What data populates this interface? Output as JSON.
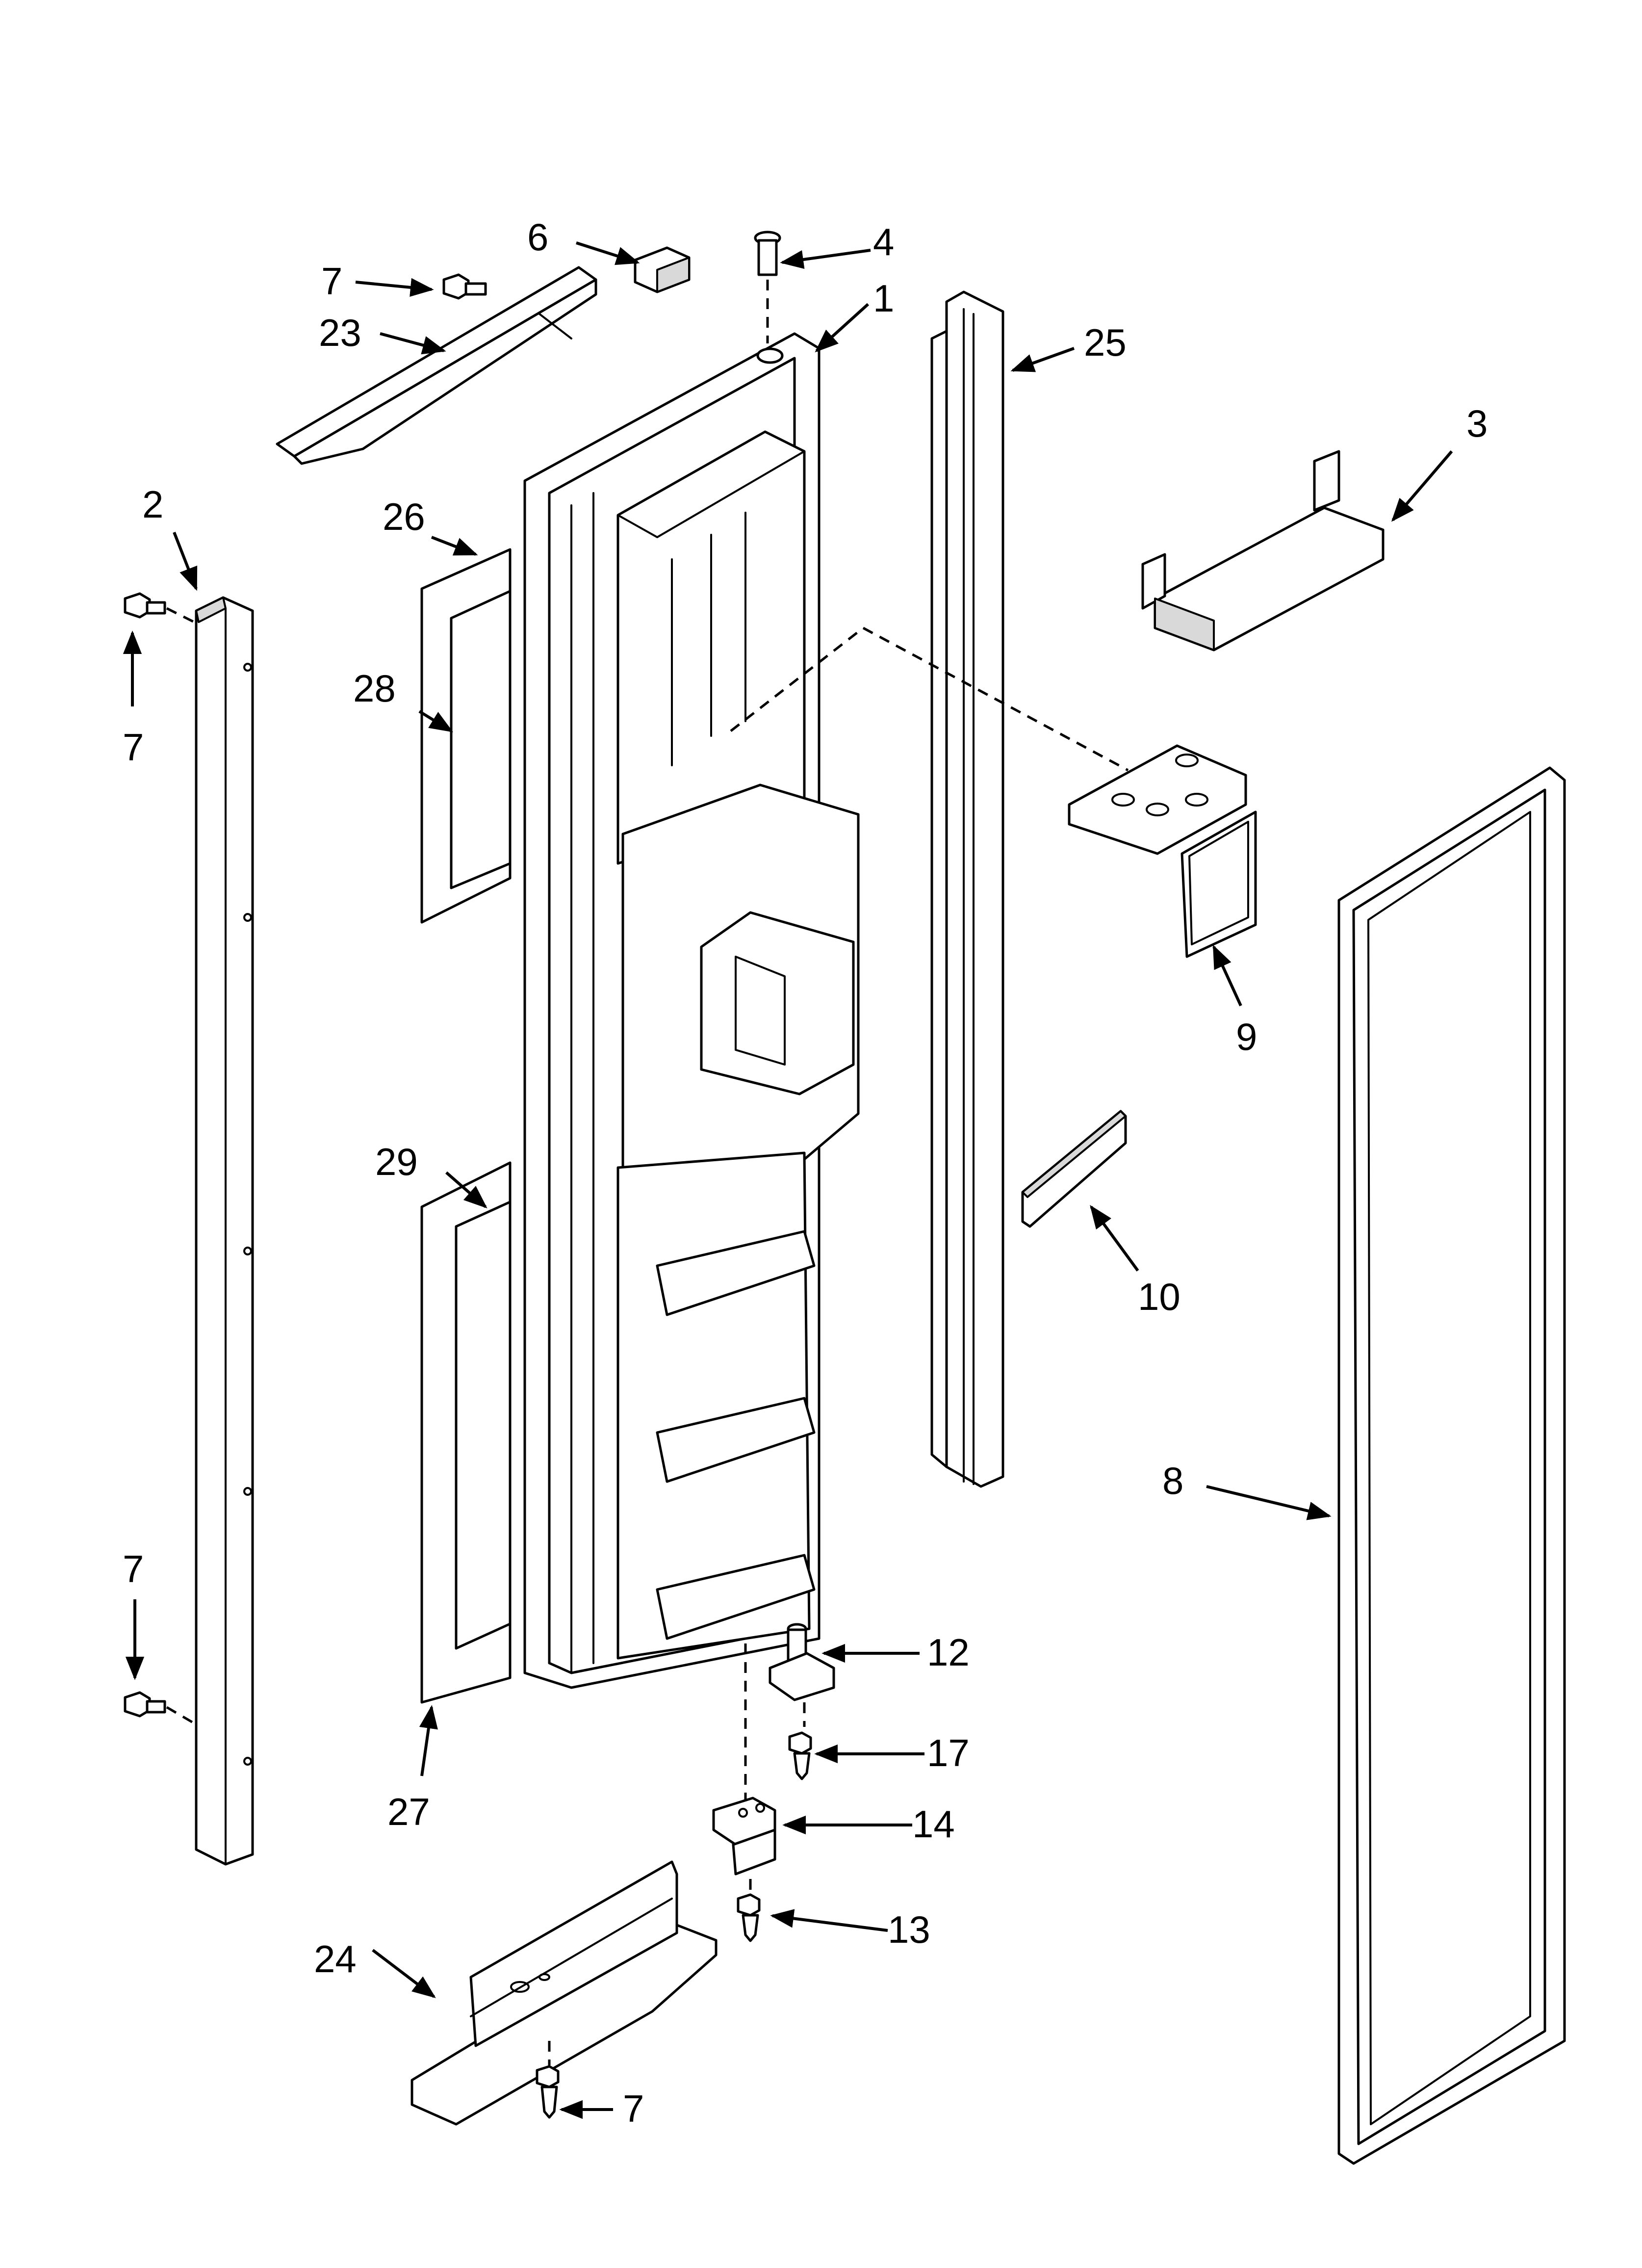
{
  "diagram": {
    "callouts": [
      {
        "id": "c1",
        "label": "1"
      },
      {
        "id": "c2",
        "label": "2"
      },
      {
        "id": "c3",
        "label": "3"
      },
      {
        "id": "c4",
        "label": "4"
      },
      {
        "id": "c6",
        "label": "6"
      },
      {
        "id": "c7a",
        "label": "7"
      },
      {
        "id": "c7b",
        "label": "7"
      },
      {
        "id": "c7c",
        "label": "7"
      },
      {
        "id": "c7d",
        "label": "7"
      },
      {
        "id": "c8",
        "label": "8"
      },
      {
        "id": "c9",
        "label": "9"
      },
      {
        "id": "c10",
        "label": "10"
      },
      {
        "id": "c12",
        "label": "12"
      },
      {
        "id": "c13",
        "label": "13"
      },
      {
        "id": "c14",
        "label": "14"
      },
      {
        "id": "c17",
        "label": "17"
      },
      {
        "id": "c23",
        "label": "23"
      },
      {
        "id": "c24",
        "label": "24"
      },
      {
        "id": "c25",
        "label": "25"
      },
      {
        "id": "c26",
        "label": "26"
      },
      {
        "id": "c27",
        "label": "27"
      },
      {
        "id": "c28",
        "label": "28"
      },
      {
        "id": "c29",
        "label": "29"
      }
    ]
  }
}
